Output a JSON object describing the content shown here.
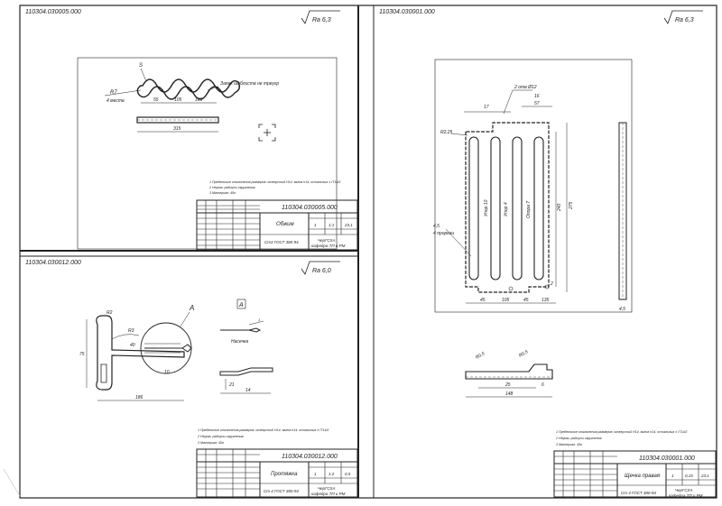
{
  "sheets": {
    "top_left": {
      "code_corner": "110304.030005.000",
      "roughness": "Ra 6,3",
      "drawing": {
        "label_r7": "R7",
        "label_4_places": "4 места",
        "label_s": "S",
        "note_weld": "Запек шиблиств не треугр",
        "dim_1": "55",
        "dim_2": "105",
        "dim_3": "105",
        "dim_total": "315"
      },
      "notes": [
        "1 Предельные отклонения размеров: отверстий Н14, валов h14, остальных ± IT14/2",
        "2 Неуказ. радиусы скругления",
        "3 Материал: 45л"
      ],
      "title_block": {
        "code": "110304.030005.000",
        "name": "Обжим",
        "material": "Ст3 ГОСТ 380-94",
        "sheet": "1",
        "scale": "1:1",
        "mass": "23,1",
        "org_1": "ЧерГСХА",
        "org_2": "кафедра ТП и РМ"
      }
    },
    "bottom_left": {
      "code_corner": "110304.030012.000",
      "roughness": "Ra 6,0",
      "drawing": {
        "label_a": "A",
        "label_view_a": "A",
        "label_r3": "R3",
        "label_r2": "R2",
        "label_40": "40",
        "label_75": "75",
        "label_10": "10",
        "label_186": "186",
        "label_rez": "Насечка",
        "label_21": "21",
        "label_14": "14",
        "label_1": "1"
      },
      "notes": [
        "1 Предельные отклонения размеров: отверстий Н14, валов h14, остальных ± IT14/2",
        "2 Неуказ. радиусы скругления",
        "3 Материал: 45л"
      ],
      "title_block": {
        "code": "110304.030012.000",
        "name": "Протяжка",
        "material": "Ст 4 ГОСТ 380-94",
        "sheet": "1",
        "scale": "1:2",
        "mass": "0,5",
        "org_1": "ЧерГСХА",
        "org_2": "кафедра ТП и РМ"
      }
    },
    "right": {
      "code_corner": "110304.030001.000",
      "roughness": "Ra 6,3",
      "drawing": {
        "label_holes": "2 отв Ø12",
        "label_16": "16",
        "label_17": "17",
        "label_57": "57",
        "label_r20": "R2,25",
        "label_r15": "4,5",
        "label_4_places": "4 прорези",
        "label_slot_1": "Упор 10",
        "label_slot_2": "Упор 4",
        "label_slot_3": "Опора 7",
        "label_275": "275",
        "label_240": "240",
        "label_2": "2",
        "label_45a": "45",
        "label_105": "105",
        "label_45b": "45",
        "label_135": "135",
        "label_side": "4,5",
        "label_r05": "R0,5",
        "label_r01": "R0,5",
        "label_25": "25",
        "label_6": "6",
        "label_148": "148"
      },
      "notes": [
        "1 Предельные отклонения размеров: отверстий Н14, валов h14, остальных ± IT14/2",
        "2 Неуказ. радиусы скругления",
        "3 Материал: 45л"
      ],
      "title_block": {
        "code": "110304.030001.000",
        "name": "Щечка правая",
        "material": "Ст 4 ГОСТ 380-94",
        "sheet": "1",
        "scale": "0,15",
        "mass": "23,1",
        "org_1": "ЧерГСХА",
        "org_2": "кафедра ТП и РМ"
      }
    }
  }
}
